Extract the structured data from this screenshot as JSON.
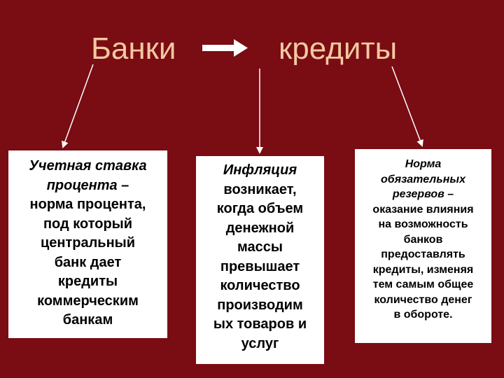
{
  "title": {
    "left": "Банки",
    "right": "кредиты"
  },
  "boxes": [
    {
      "emph": "Учетная ставка процента",
      "rest": " – норма процента, под который центральный банк дает кредиты коммерческим банкам"
    },
    {
      "emph": "Инфляция",
      "rest": " возникает, когда объем денежной массы превышает количество производимых товаров и услуг"
    },
    {
      "emph": "Норма обязательных резервов",
      "rest": " – оказание влияния на возможность банков предоставлять кредиты, изменяя тем самым общее количество денег в обороте."
    }
  ],
  "colors": {
    "background": "#7a0c14",
    "title": "#f3c9a0",
    "box": "#ffffff",
    "arrow": "#ffffff"
  }
}
